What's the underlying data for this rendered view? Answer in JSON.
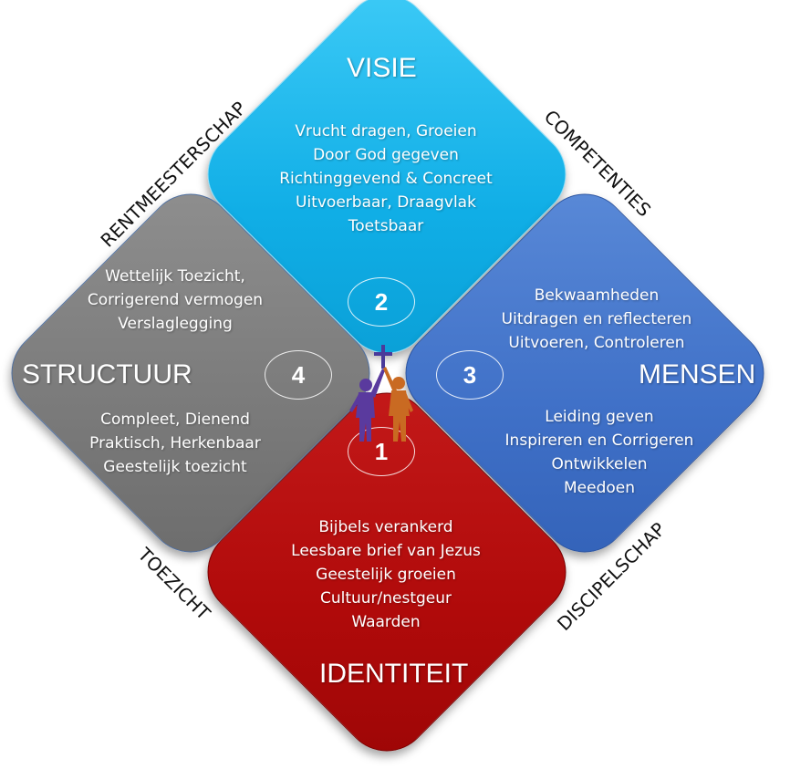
{
  "quadrants": {
    "visie": {
      "number": "2",
      "title": "VISIE",
      "lines": [
        "Vrucht dragen, Groeien",
        "Door God gegeven",
        "Richtinggevend & Concreet",
        "Uitvoerbaar, Draagvlak",
        "Toetsbaar"
      ],
      "color": "#10aee6"
    },
    "mensen": {
      "number": "3",
      "title": "MENSEN",
      "lines_top": [
        "Bekwaamheden",
        "Uitdragen en reflecteren",
        "Uitvoeren, Controleren"
      ],
      "lines_bottom": [
        "Leiding geven",
        "Inspireren en Corrigeren",
        "Ontwikkelen",
        "Meedoen"
      ],
      "color": "#3f70c7"
    },
    "structuur": {
      "number": "4",
      "title": "STRUCTUUR",
      "lines_top": [
        "Wettelijk Toezicht,",
        "Corrigerend vermogen",
        "Verslaglegging"
      ],
      "lines_bottom": [
        "Compleet, Dienend",
        "Praktisch, Herkenbaar",
        "Geestelijk toezicht"
      ],
      "color": "#7a7a7a"
    },
    "identiteit": {
      "number": "1",
      "title": "IDENTITEIT",
      "lines": [
        "Bijbels verankerd",
        "Leesbare brief van Jezus",
        "Geestelijk groeien",
        "Cultuur/nestgeur",
        "Waarden"
      ],
      "color": "#b00a0a"
    }
  },
  "side_labels": {
    "top_left": "RENTMEESTERSCHAP",
    "top_right": "COMPETENTIES",
    "bottom_left": "TOEZICHT",
    "bottom_right": "DISCIPELSCHAP"
  },
  "icons": {
    "center": "people-raising-cross-icon"
  }
}
